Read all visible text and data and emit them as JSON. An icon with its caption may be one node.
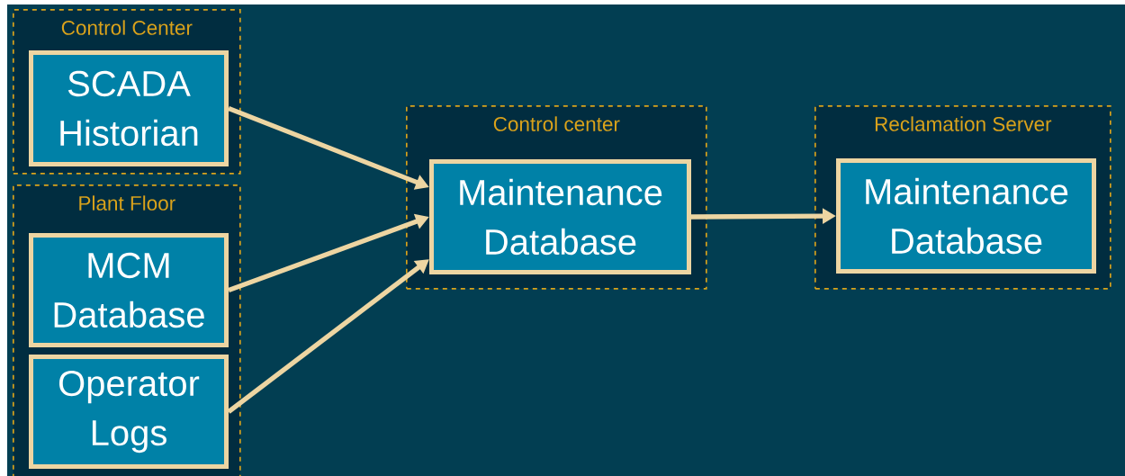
{
  "diagram": {
    "nodes": [
      {
        "text": [
          "Control Center"
        ]
      },
      {
        "text": [
          "SCADA Historian"
        ],
        "in": 0
      },
      {
        "text": [
          "Plant Floor"
        ]
      },
      {
        "text": [
          "MCM Database"
        ],
        "in": 2
      },
      {
        "text": [
          "Operator Logs"
        ],
        "in": 2
      },
      {
        "text": [
          "Control center"
        ]
      },
      {
        "text": [
          "Maintenance Database"
        ],
        "in": 5
      },
      {
        "text": [
          "Reclamation Server"
        ]
      },
      {
        "text": [
          "Maintenance Database"
        ],
        "in": 7
      }
    ],
    "edges": [
      {
        "from": 1,
        "to": 6,
        "arrow": "to"
      },
      {
        "from": 3,
        "to": 6,
        "arrow": "to"
      },
      {
        "from": 4,
        "to": 6,
        "arrow": "to"
      },
      {
        "from": 6,
        "to": 8,
        "arrow": "to"
      }
    ]
  }
}
